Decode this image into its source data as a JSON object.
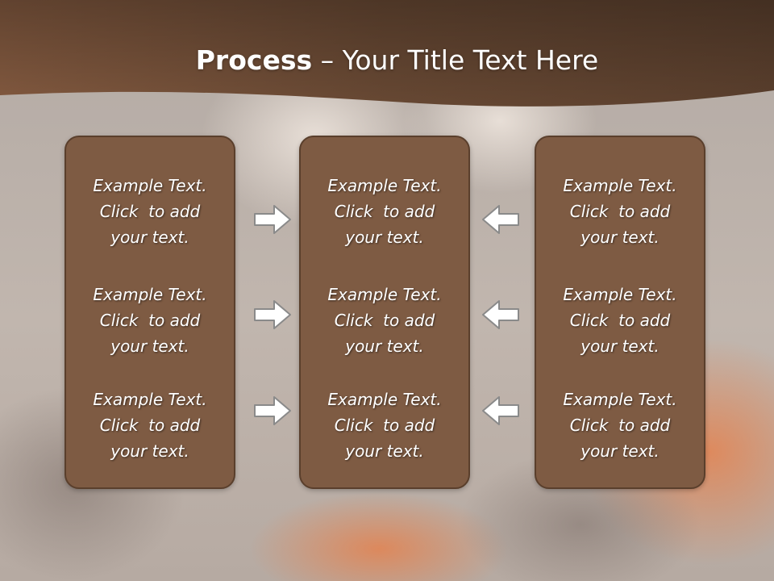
{
  "slide": {
    "title_bold": "Process",
    "title_rest": " – Your Title Text Here"
  },
  "columns": [
    {
      "blocks": [
        {
          "line1": "Example Text.",
          "line2": "Click  to add",
          "line3": "your text."
        },
        {
          "line1": "Example Text.",
          "line2": "Click  to add",
          "line3": "your text."
        },
        {
          "line1": "Example Text.",
          "line2": "Click  to add",
          "line3": "your text."
        }
      ]
    },
    {
      "blocks": [
        {
          "line1": "Example Text.",
          "line2": "Click  to add",
          "line3": "your text."
        },
        {
          "line1": "Example Text.",
          "line2": "Click  to add",
          "line3": "your text."
        },
        {
          "line1": "Example Text.",
          "line2": "Click  to add",
          "line3": "your text."
        }
      ]
    },
    {
      "blocks": [
        {
          "line1": "Example Text.",
          "line2": "Click  to add",
          "line3": "your text."
        },
        {
          "line1": "Example Text.",
          "line2": "Click  to add",
          "line3": "your text."
        },
        {
          "line1": "Example Text.",
          "line2": "Click  to add",
          "line3": "your text."
        }
      ]
    }
  ],
  "arrows": {
    "left_group": "arrow-right-icon",
    "right_group": "arrow-left-icon"
  },
  "colors": {
    "header_brown": "#5e4331",
    "box_fill": "#7e5b43",
    "box_border": "#5a3f2c",
    "text": "#ffffff"
  }
}
